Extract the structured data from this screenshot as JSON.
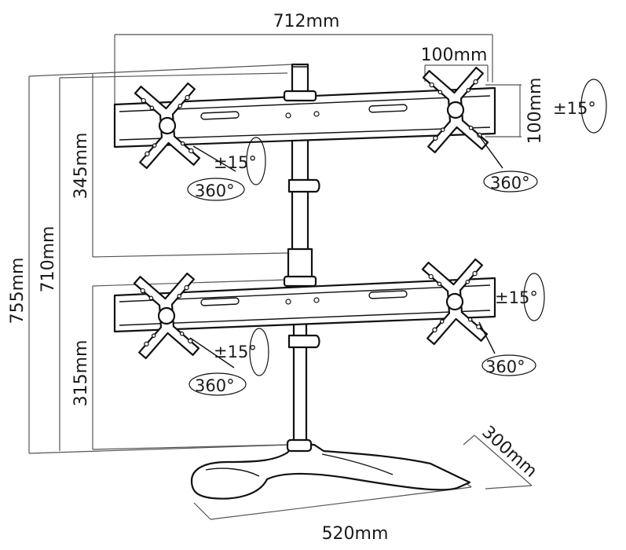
{
  "dimensions": {
    "overall_width": "712mm",
    "vesa_width": "100mm",
    "vesa_height": "100mm",
    "upper_height": "345mm",
    "mid_height": "710mm",
    "total_height": "755mm",
    "lower_height": "315mm",
    "base_depth": "300mm",
    "base_width": "520mm"
  },
  "rotations": {
    "tilt_top_left": "±15°",
    "swivel_top_left": "360°",
    "tilt_top_right": "±15°",
    "swivel_top_right": "360°",
    "tilt_bottom_left": "±15°",
    "swivel_bottom_left": "360°",
    "tilt_bottom_right": "±15°",
    "swivel_bottom_right": "360°"
  }
}
